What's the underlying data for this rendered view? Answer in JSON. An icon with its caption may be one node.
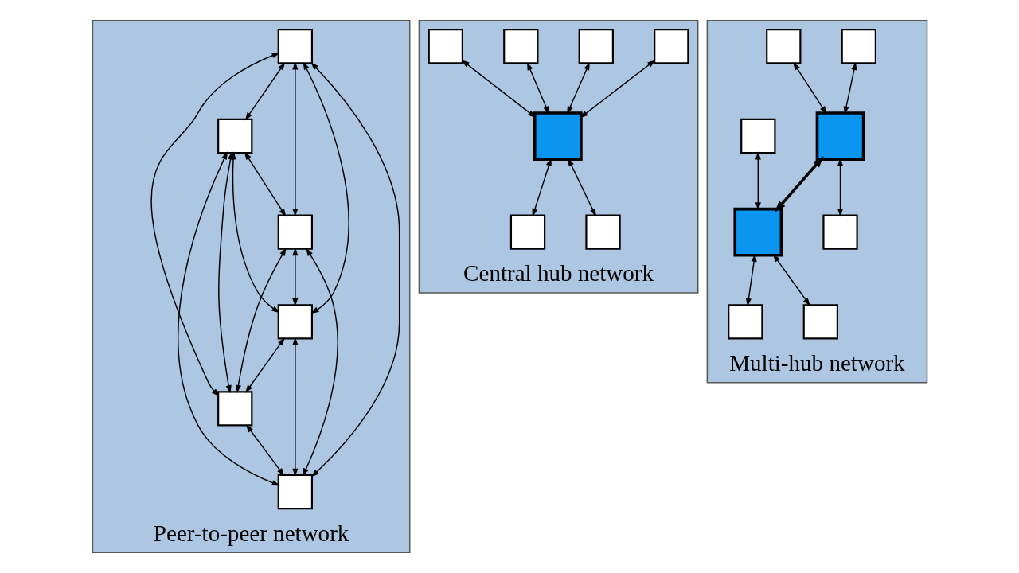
{
  "diagram": {
    "nodes": [
      {
        "text": [
          "Peer-to-peer network"
        ]
      },
      {
        "text": [],
        "shape": "box",
        "in": 0
      },
      {
        "text": [],
        "shape": "box",
        "in": 0
      },
      {
        "text": [],
        "shape": "box",
        "in": 0
      },
      {
        "text": [],
        "shape": "box",
        "in": 0
      },
      {
        "text": [],
        "shape": "box",
        "in": 0
      },
      {
        "text": [],
        "shape": "box",
        "in": 0
      },
      {
        "text": [
          "Central hub network"
        ]
      },
      {
        "text": [],
        "shape": "box",
        "in": 7
      },
      {
        "text": [],
        "shape": "box",
        "in": 7
      },
      {
        "text": [],
        "shape": "box",
        "in": 7
      },
      {
        "text": [],
        "shape": "box",
        "in": 7
      },
      {
        "text": [],
        "shape": "box",
        "in": 7
      },
      {
        "text": [],
        "shape": "box",
        "in": 7
      },
      {
        "text": [],
        "shape": "box",
        "in": 7
      },
      {
        "text": [
          "Multi-hub network"
        ]
      },
      {
        "text": [],
        "shape": "box",
        "in": 15
      },
      {
        "text": [],
        "shape": "box",
        "in": 15
      },
      {
        "text": [],
        "shape": "box",
        "in": 15
      },
      {
        "text": [],
        "shape": "box",
        "in": 15
      },
      {
        "text": [],
        "shape": "box",
        "in": 15
      },
      {
        "text": [],
        "shape": "box",
        "in": 15
      },
      {
        "text": [],
        "shape": "box",
        "in": 15
      },
      {
        "text": [],
        "shape": "box",
        "in": 15
      }
    ],
    "edges": [
      {
        "from": 1,
        "to": 2,
        "arrow": "both"
      },
      {
        "from": 1,
        "to": 3,
        "arrow": "both"
      },
      {
        "from": 1,
        "to": 4,
        "arrow": "both"
      },
      {
        "from": 1,
        "to": 5,
        "arrow": "both"
      },
      {
        "from": 1,
        "to": 6,
        "arrow": "both"
      },
      {
        "from": 2,
        "to": 3,
        "arrow": "both"
      },
      {
        "from": 2,
        "to": 4,
        "arrow": "both"
      },
      {
        "from": 2,
        "to": 5,
        "arrow": "both"
      },
      {
        "from": 2,
        "to": 6,
        "arrow": "both"
      },
      {
        "from": 3,
        "to": 4,
        "arrow": "both"
      },
      {
        "from": 3,
        "to": 5,
        "arrow": "both"
      },
      {
        "from": 3,
        "to": 6,
        "arrow": "both"
      },
      {
        "from": 4,
        "to": 5,
        "arrow": "both"
      },
      {
        "from": 4,
        "to": 6,
        "arrow": "both"
      },
      {
        "from": 5,
        "to": 6,
        "arrow": "both"
      },
      {
        "from": 8,
        "to": 12,
        "arrow": "both"
      },
      {
        "from": 9,
        "to": 12,
        "arrow": "both"
      },
      {
        "from": 10,
        "to": 12,
        "arrow": "both"
      },
      {
        "from": 11,
        "to": 12,
        "arrow": "both"
      },
      {
        "from": 12,
        "to": 13,
        "arrow": "both"
      },
      {
        "from": 12,
        "to": 14,
        "arrow": "both"
      },
      {
        "from": 16,
        "to": 18,
        "arrow": "both"
      },
      {
        "from": 17,
        "to": 18,
        "arrow": "both"
      },
      {
        "from": 18,
        "to": 19,
        "arrow": "both"
      },
      {
        "from": 18,
        "to": 21,
        "arrow": "both",
        "style": "thick"
      },
      {
        "from": 20,
        "to": 21,
        "arrow": "both"
      },
      {
        "from": 21,
        "to": 22,
        "arrow": "both"
      },
      {
        "from": 21,
        "to": 23,
        "arrow": "both"
      }
    ]
  }
}
